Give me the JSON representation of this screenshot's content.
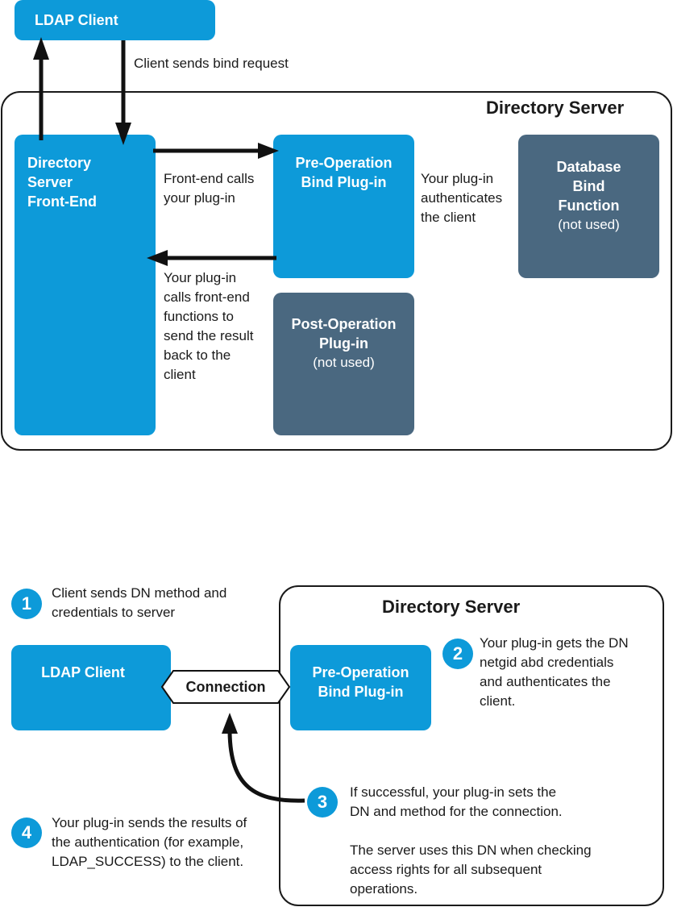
{
  "top": {
    "ldap_client": "LDAP Client",
    "bind_request": "Client sends bind request",
    "server_title": "Directory Server",
    "front_end": [
      "Directory",
      "Server",
      "Front-End"
    ],
    "calls_plugin": [
      "Front-end calls",
      "your plug-in"
    ],
    "pre_op": [
      "Pre-Operation",
      "Bind Plug-in"
    ],
    "authenticates": [
      "Your plug-in",
      "authenticates",
      "the client"
    ],
    "database": [
      "Database",
      "Bind",
      "Function"
    ],
    "database_note": "(not used)",
    "calls_frontend": [
      "Your plug-in",
      "calls front-end",
      "functions to",
      "send the result",
      "back to the",
      "client"
    ],
    "post_op": [
      "Post-Operation",
      "Plug-in"
    ],
    "post_op_note": "(not used)"
  },
  "bottom": {
    "server_title": "Directory Server",
    "ldap_client": "LDAP Client",
    "connection": "Connection",
    "pre_op": [
      "Pre-Operation",
      "Bind Plug-in"
    ],
    "steps": [
      {
        "num": "1",
        "lines": [
          "Client sends DN method and",
          "credentials to server"
        ]
      },
      {
        "num": "2",
        "lines": [
          "Your plug-in gets the DN",
          "netgid abd credentials",
          "and authenticates the",
          "client."
        ]
      },
      {
        "num": "3",
        "lines": [
          "If successful, your plug-in sets the",
          "DN and method for the connection."
        ]
      },
      {
        "num": "4",
        "lines": [
          "Your plug-in sends the results of",
          "the authentication (for example,",
          "LDAP_SUCCESS) to the client."
        ]
      }
    ],
    "step3_extra": [
      "The server uses this DN when checking",
      "access rights for all subsequent",
      "operations."
    ]
  },
  "colors": {
    "blue": "#0d9ad9",
    "slate": "#4a6880",
    "outline": "#1a1a1a"
  }
}
